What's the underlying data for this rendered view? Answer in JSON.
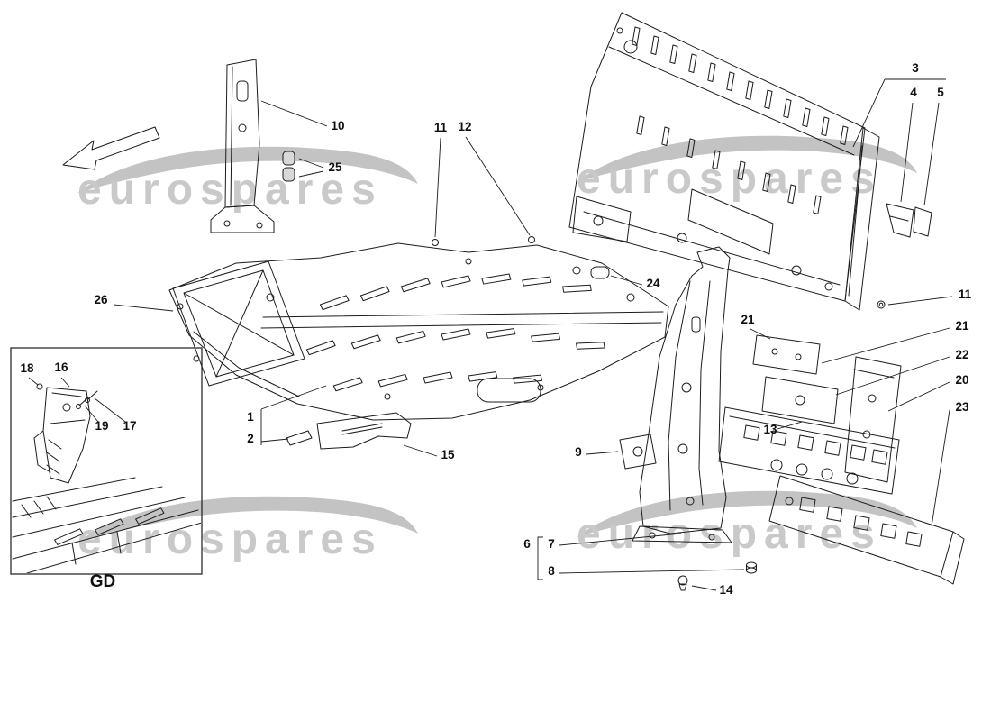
{
  "watermark": {
    "text": "eurospares"
  },
  "inset": {
    "label": "GD"
  },
  "callouts": {
    "c1": "1",
    "c2": "2",
    "c3": "3",
    "c4": "4",
    "c5": "5",
    "c6": "6",
    "c7": "7",
    "c8": "8",
    "c9": "9",
    "c10": "10",
    "c11a": "11",
    "c11b": "11",
    "c12": "12",
    "c13": "13",
    "c14": "14",
    "c15": "15",
    "c16": "16",
    "c17": "17",
    "c18": "18",
    "c19": "19",
    "c20": "20",
    "c21a": "21",
    "c21b": "21",
    "c22": "22",
    "c23": "23",
    "c24": "24",
    "c25": "25",
    "c26": "26"
  }
}
